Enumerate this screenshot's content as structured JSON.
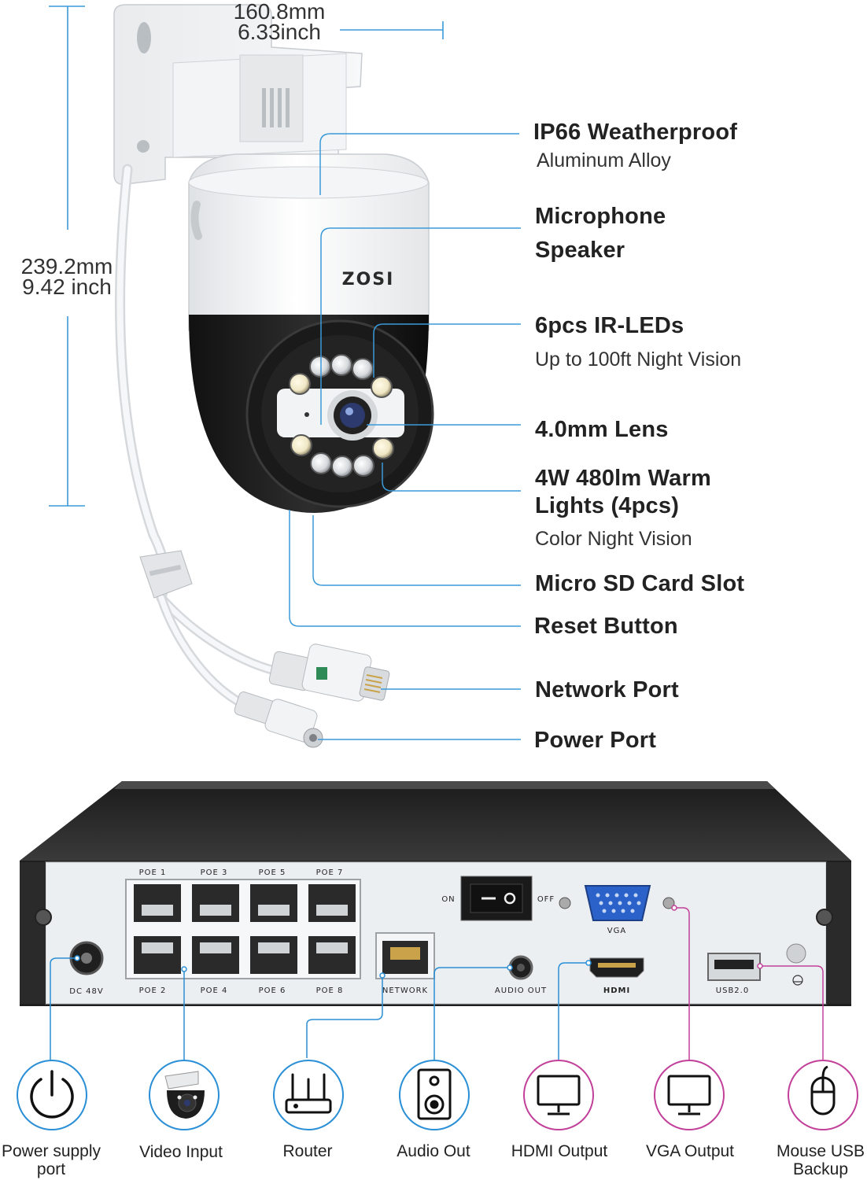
{
  "dimensions": {
    "width_mm": "160.8mm",
    "width_inch": "6.33inch",
    "height_mm": "239.2mm",
    "height_inch": "9.42 inch"
  },
  "camera": {
    "brand": "ZOSI",
    "features": [
      {
        "title": "IP66 Weatherproof",
        "subtitle": "Aluminum Alloy"
      },
      {
        "title": "Microphone",
        "subtitle": "Speaker"
      },
      {
        "title": "6pcs IR-LEDs",
        "subtitle": "Up to 100ft Night Vision"
      },
      {
        "title": "4.0mm Lens"
      },
      {
        "title": "4W 480lm Warm",
        "title2": "Lights (4pcs)",
        "subtitle": "Color Night Vision"
      },
      {
        "title": "Micro SD Card Slot"
      },
      {
        "title": "Reset Button"
      },
      {
        "title": "Network Port"
      },
      {
        "title": "Power Port"
      }
    ]
  },
  "nvr": {
    "poe_top": [
      "POE 1",
      "POE 3",
      "POE 5",
      "POE 7"
    ],
    "poe_bottom": [
      "POE 2",
      "POE 4",
      "POE 6",
      "POE 8"
    ],
    "dc": "DC 48V",
    "network": "NETWORK",
    "on": "ON",
    "off": "OFF",
    "audio_out": "AUDIO OUT",
    "vga": "VGA",
    "hdmi": "HDMI",
    "usb": "USB2.0"
  },
  "interfaces": [
    {
      "label": "Power supply",
      "label2": "port",
      "icon": "power-icon"
    },
    {
      "label": "Video Input",
      "icon": "camera-icon"
    },
    {
      "label": "Router",
      "icon": "router-icon"
    },
    {
      "label": "Audio Out",
      "icon": "speaker-icon"
    },
    {
      "label": "HDMI Output",
      "icon": "monitor-icon"
    },
    {
      "label": "VGA Output",
      "icon": "monitor-icon"
    },
    {
      "label": "Mouse USB",
      "label2": "Backup",
      "icon": "mouse-icon"
    }
  ],
  "colors": {
    "callout_line": "#3a9ad9",
    "accent_blue": "#2a8fd6",
    "accent_magenta": "#c2409a",
    "nvr_body": "#2b2b2b",
    "nvr_panel": "#eceff1"
  }
}
